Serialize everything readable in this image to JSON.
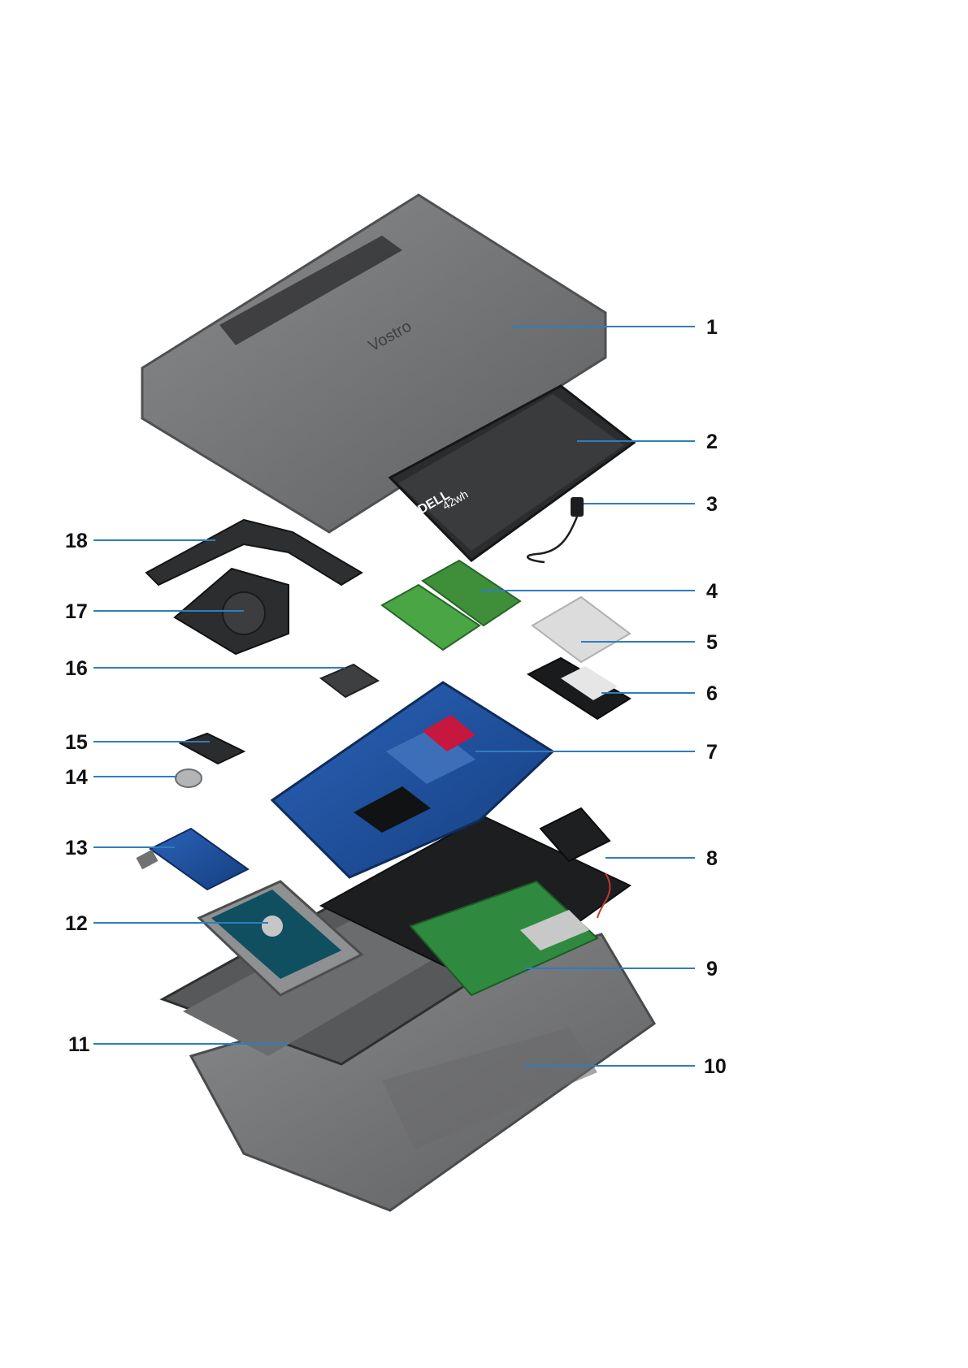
{
  "colors": {
    "callout_line": "#2f7dbf",
    "callout_text": "#111111",
    "chassis_gray": "#6f7072",
    "board_blue": "#1f4f9a",
    "pcb_green": "#3f8f3a"
  },
  "callouts": {
    "c1": "1",
    "c2": "2",
    "c3": "3",
    "c4": "4",
    "c5": "5",
    "c6": "6",
    "c7": "7",
    "c8": "8",
    "c9": "9",
    "c10": "10",
    "c11": "11",
    "c12": "12",
    "c13": "13",
    "c14": "14",
    "c15": "15",
    "c16": "16",
    "c17": "17",
    "c18": "18"
  },
  "parts": {
    "base_cover": {
      "logo_text": "Vostro"
    },
    "battery": {
      "brand_text": "DELL",
      "capacity_text": "42wh"
    }
  }
}
